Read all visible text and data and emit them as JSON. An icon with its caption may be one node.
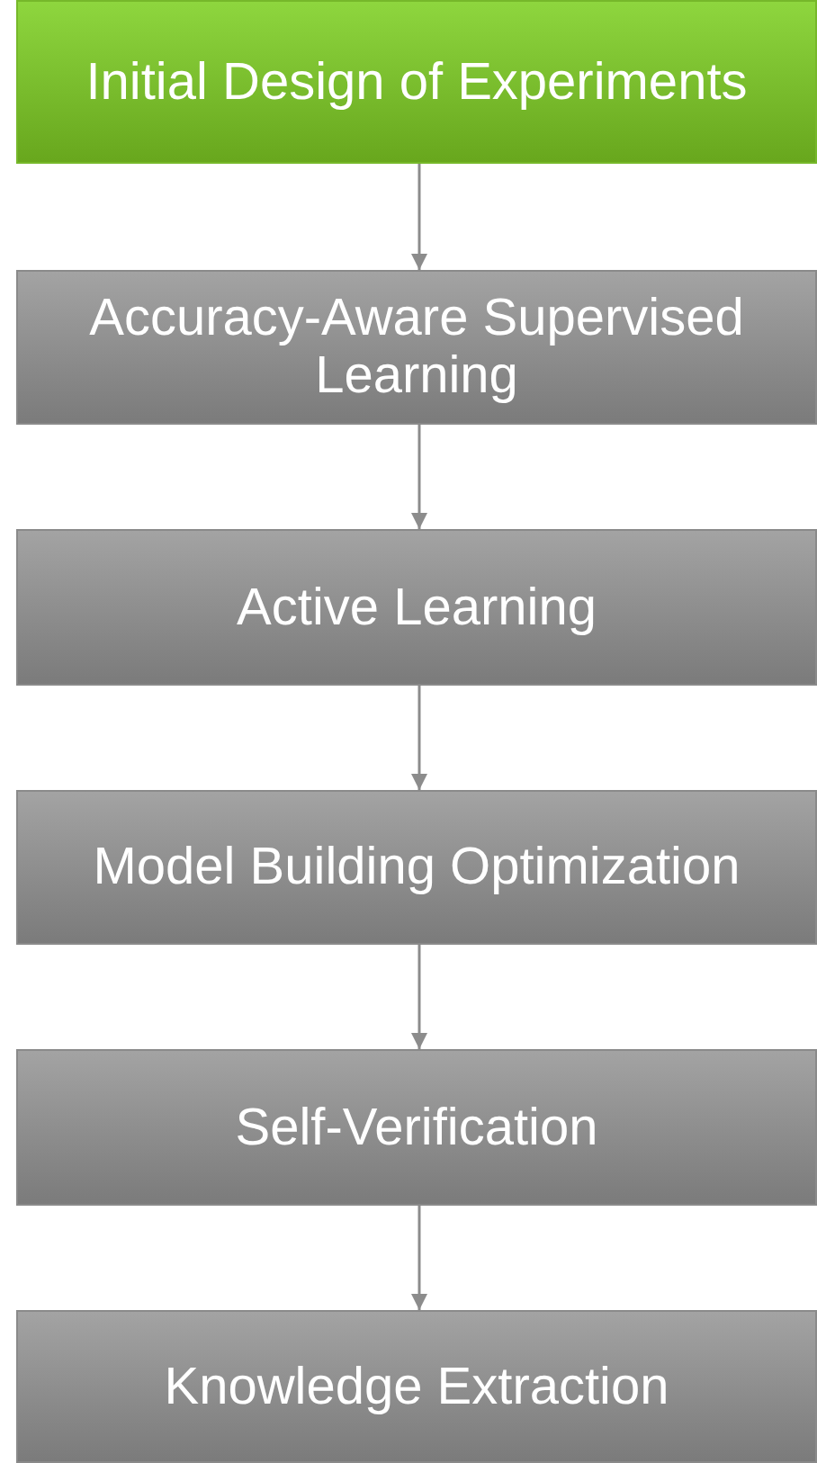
{
  "diagram": {
    "nodes": [
      {
        "text": [
          "Initial Design of Experiments"
        ]
      },
      {
        "text": [
          "Accuracy-Aware Supervised Learning"
        ]
      },
      {
        "text": [
          "Active Learning"
        ]
      },
      {
        "text": [
          "Model Building Optimization"
        ]
      },
      {
        "text": [
          "Self-Verification"
        ]
      },
      {
        "text": [
          "Knowledge Extraction"
        ]
      }
    ],
    "edges": [
      {
        "from": 0,
        "to": 1,
        "arrow": "to"
      },
      {
        "from": 1,
        "to": 2,
        "arrow": "to"
      },
      {
        "from": 2,
        "to": 3,
        "arrow": "to"
      },
      {
        "from": 3,
        "to": 4,
        "arrow": "to"
      },
      {
        "from": 4,
        "to": 5,
        "arrow": "to"
      }
    ]
  }
}
